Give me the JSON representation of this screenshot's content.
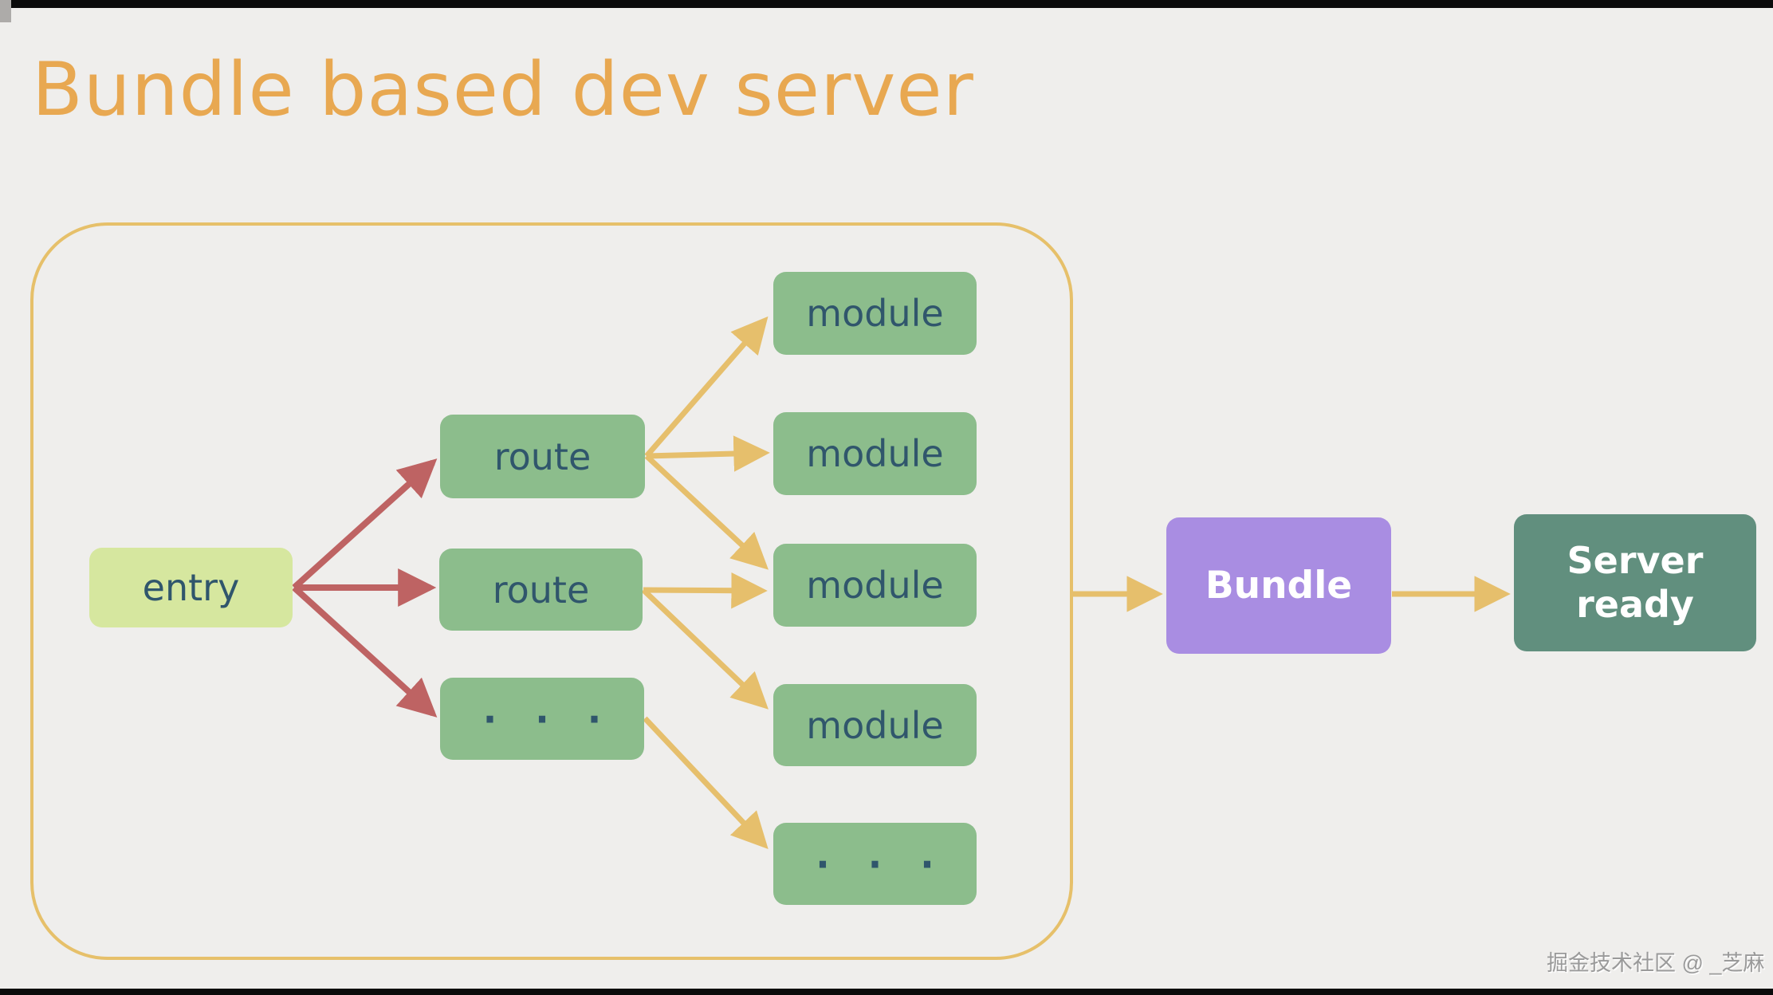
{
  "title": "Bundle based dev server",
  "diagram": {
    "entry": {
      "label": "entry"
    },
    "routes": [
      {
        "label": "route"
      },
      {
        "label": "route"
      },
      {
        "label": "· · ·"
      }
    ],
    "modules": [
      {
        "label": "module"
      },
      {
        "label": "module"
      },
      {
        "label": "module"
      },
      {
        "label": "module"
      },
      {
        "label": "· · ·"
      }
    ],
    "bundle": {
      "label": "Bundle"
    },
    "server_ready": {
      "label": "Server ready"
    },
    "edges": [
      {
        "from": "entry",
        "to": "route-1",
        "color": "red"
      },
      {
        "from": "entry",
        "to": "route-2",
        "color": "red"
      },
      {
        "from": "entry",
        "to": "route-more",
        "color": "red"
      },
      {
        "from": "route-1",
        "to": "module-1",
        "color": "gold"
      },
      {
        "from": "route-1",
        "to": "module-2",
        "color": "gold"
      },
      {
        "from": "route-1",
        "to": "module-3",
        "color": "gold"
      },
      {
        "from": "route-2",
        "to": "module-3",
        "color": "gold"
      },
      {
        "from": "route-2",
        "to": "module-4",
        "color": "gold"
      },
      {
        "from": "route-more",
        "to": "module-more",
        "color": "gold"
      },
      {
        "from": "group",
        "to": "bundle",
        "color": "gold"
      },
      {
        "from": "bundle",
        "to": "server-ready",
        "color": "gold"
      }
    ]
  },
  "watermark": {
    "text": "掘金技术社区 @ _芝麻"
  },
  "colors": {
    "background": "#EFEEEC",
    "edge_bar": "#0B0B0B",
    "title_text": "#E8A851",
    "group_border": "#E6C06A",
    "entry_fill": "#D6E79F",
    "node_green_fill": "#8CBD8C",
    "node_text": "#30566C",
    "red_arrow": "#BE6363",
    "gold_arrow": "#E6BF6C",
    "bundle_fill": "#A98DE2",
    "bundle_text": "#FFFFFF",
    "server_fill": "#618F7E",
    "server_text": "#FFFFFF",
    "watermark_text": "#9A9A9A"
  }
}
